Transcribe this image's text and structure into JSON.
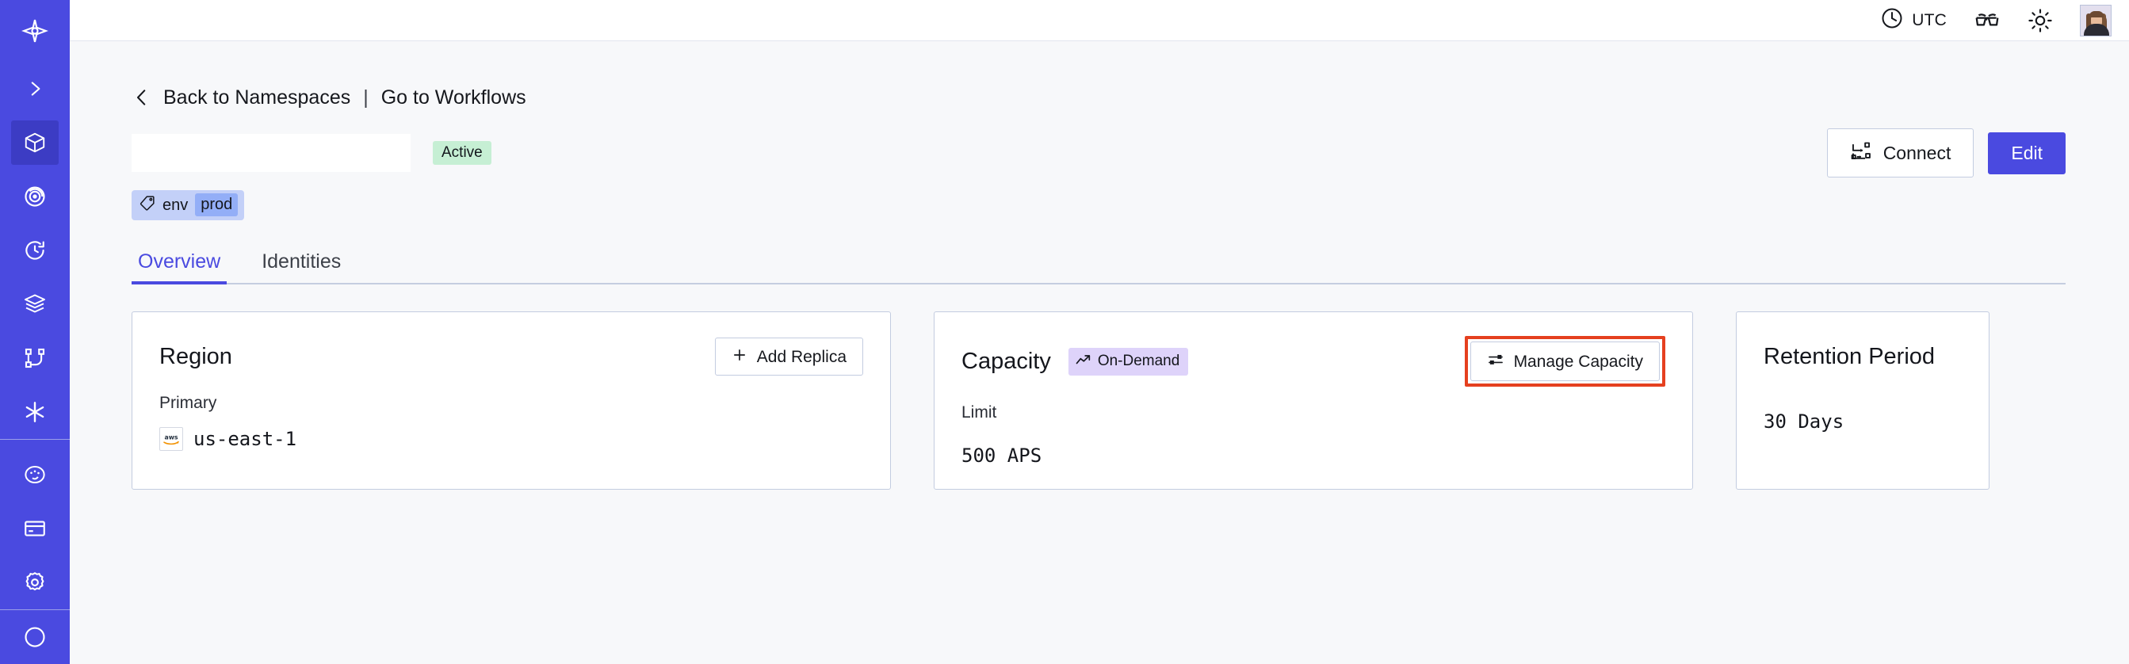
{
  "sidebar": {
    "brand_icon": "temporal-logo-icon",
    "items": [
      {
        "icon": "chevron-right-icon",
        "name": "expand-sidebar",
        "active": false
      },
      {
        "icon": "cube-icon",
        "name": "namespaces",
        "active": true
      },
      {
        "icon": "eye-spiral-icon",
        "name": "observability",
        "active": false
      },
      {
        "icon": "history-clock-icon",
        "name": "schedules",
        "active": false
      },
      {
        "icon": "layers-icon",
        "name": "batch-jobs",
        "active": false
      },
      {
        "icon": "workflow-nodes-icon",
        "name": "workflows",
        "active": false
      },
      {
        "icon": "asterisk-icon",
        "name": "nexus",
        "active": false
      },
      {
        "icon": "palette-icon",
        "name": "usage",
        "active": false
      },
      {
        "icon": "credit-card-icon",
        "name": "billing",
        "active": false
      },
      {
        "icon": "gear-icon",
        "name": "settings",
        "active": false
      },
      {
        "icon": "help-circle-icon",
        "name": "help",
        "active": false
      }
    ]
  },
  "topbar": {
    "timezone_label": "UTC",
    "clock_icon": "clock-icon",
    "glasses_icon": "glasses-icon",
    "theme_icon": "sun-icon",
    "avatar_icon": "user-avatar"
  },
  "breadcrumb": {
    "back_icon": "chevron-left-icon",
    "back_label": "Back to Namespaces",
    "separator": "|",
    "forward_label": "Go to Workflows"
  },
  "header": {
    "namespace_name": "",
    "status_badge": "Active",
    "connect_label": "Connect",
    "connect_icon": "connect-flow-icon",
    "edit_label": "Edit",
    "tags": [
      {
        "icon": "tag-icon",
        "key": "env",
        "value": "prod"
      }
    ]
  },
  "tabs": [
    {
      "label": "Overview",
      "active": true
    },
    {
      "label": "Identities",
      "active": false
    }
  ],
  "cards": {
    "region": {
      "title": "Region",
      "action_label": "Add Replica",
      "action_icon": "plus-icon",
      "sub_label": "Primary",
      "provider_icon": "aws-logo-icon",
      "value": "us-east-1"
    },
    "capacity": {
      "title": "Capacity",
      "badge_label": "On-Demand",
      "badge_icon": "trend-up-icon",
      "action_label": "Manage Capacity",
      "action_icon": "sliders-icon",
      "action_highlighted": true,
      "sub_label": "Limit",
      "value": "500 APS"
    },
    "retention": {
      "title": "Retention Period",
      "value": "30 Days"
    }
  },
  "colors": {
    "brand": "#4a4ae0",
    "sidebar_active": "#3c3cc4",
    "status_active_bg": "#c6efd4",
    "badge_ondemand_bg": "#ded3fa",
    "tag_bg": "#c3d0f8",
    "tag_value_bg": "#93aef7",
    "highlight_red": "#e5401f",
    "page_bg": "#f7f8fa",
    "card_border": "#c3cce0"
  }
}
